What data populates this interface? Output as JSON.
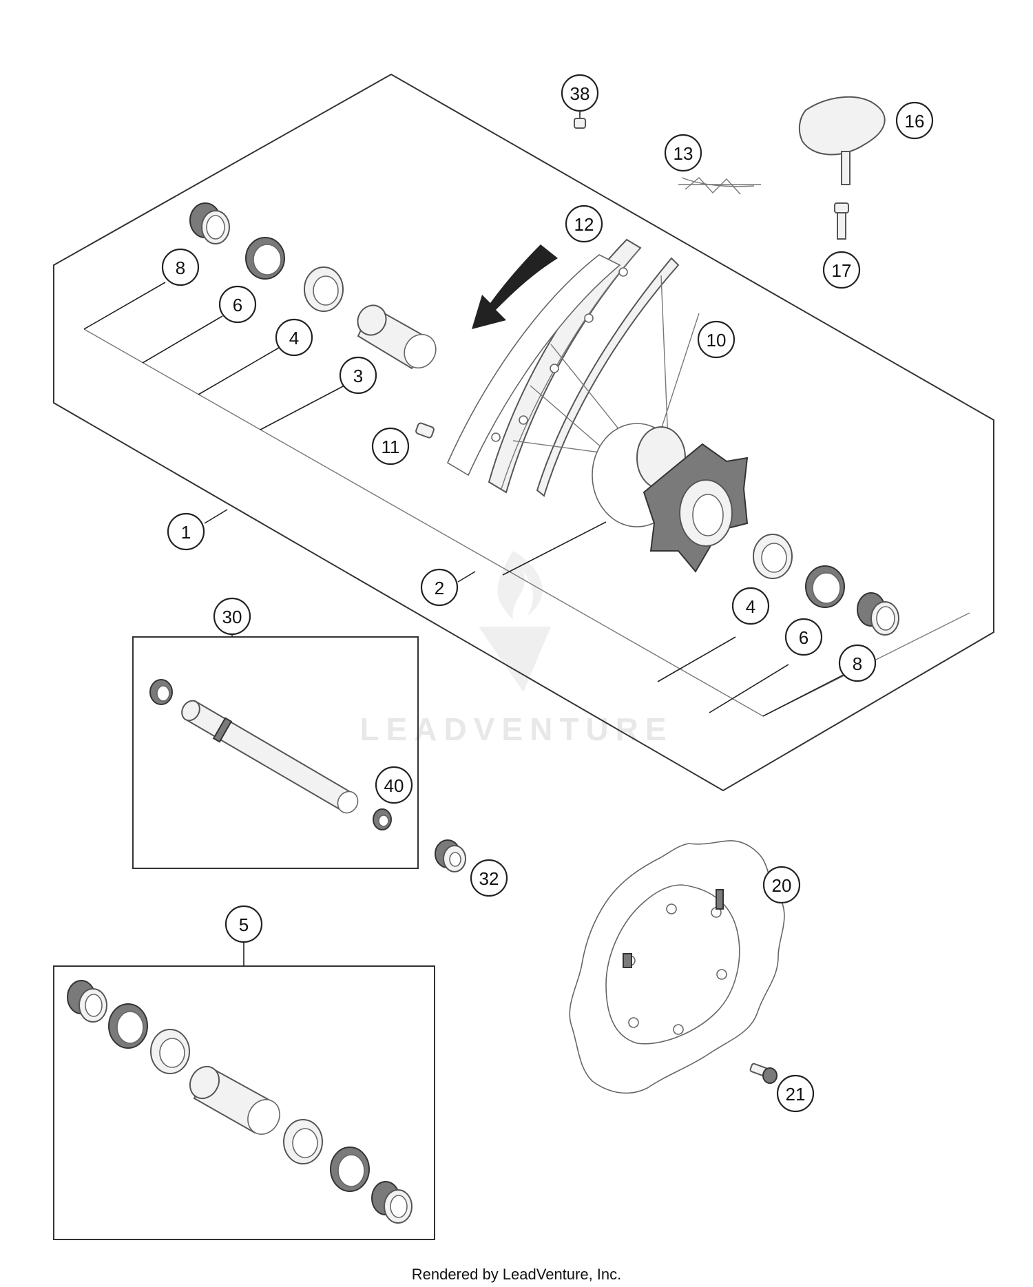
{
  "watermark": {
    "brand": "LEADVENTURE"
  },
  "footer": {
    "text": "Rendered by LeadVenture, Inc."
  },
  "callouts": {
    "c38": "38",
    "c16": "16",
    "c13": "13",
    "c12": "12",
    "c17": "17",
    "c8a": "8",
    "c6a": "6",
    "c4a": "4",
    "c3": "3",
    "c10": "10",
    "c11": "11",
    "c1": "1",
    "c2": "2",
    "c4b": "4",
    "c6b": "6",
    "c8b": "8",
    "c30": "30",
    "c40": "40",
    "c32": "32",
    "c20": "20",
    "c5": "5",
    "c21": "21"
  }
}
